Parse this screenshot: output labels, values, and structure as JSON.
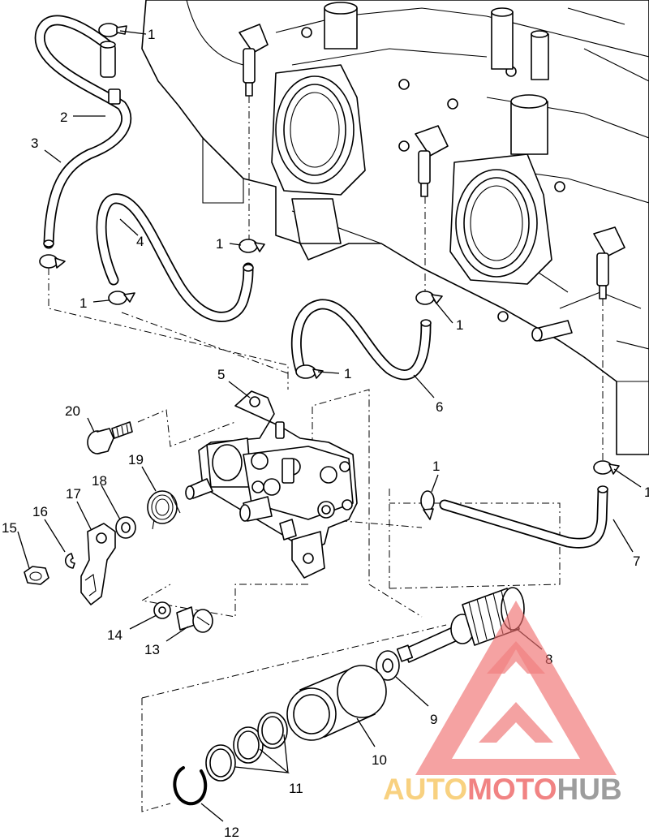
{
  "callouts": {
    "c1": "1",
    "c2": "2",
    "c3": "3",
    "c4": "4",
    "c5": "5",
    "c6": "6",
    "c7": "7",
    "c8": "8",
    "c9": "9",
    "c10": "10",
    "c11": "11",
    "c12": "12",
    "c13": "13",
    "c14": "14",
    "c15": "15",
    "c16": "16",
    "c17": "17",
    "c18": "18",
    "c19": "19",
    "c20": "20"
  },
  "watermark": {
    "part1": "AUTO",
    "part2": "MOTO",
    "part3": "HUB",
    "color1": "#f7c96a",
    "color2": "#ef6e6e",
    "color3": "#8c8c8c"
  }
}
